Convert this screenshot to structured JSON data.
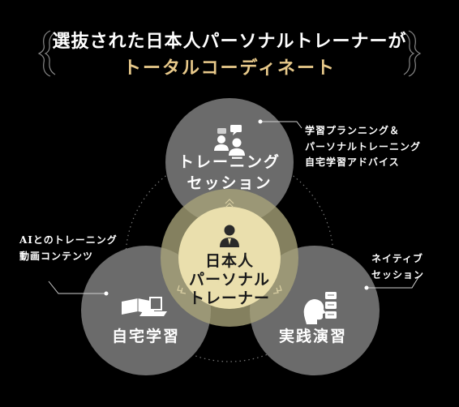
{
  "header": {
    "line1": "選抜された日本人パーソナルトレーナーが",
    "line2": "トータルコーディネート"
  },
  "circles": {
    "top": {
      "line1": "トレーニング",
      "line2": "セッション"
    },
    "left": {
      "label": "自宅学習"
    },
    "right": {
      "label": "実践演習"
    },
    "center": {
      "line1": "日本人",
      "line2": "パーソナル",
      "line3": "トレーナー"
    }
  },
  "notes": {
    "top": {
      "line1": "学習プランニング＆",
      "line2": "パーソナルトレーニング",
      "line3": "自宅学習アドバイス"
    },
    "left": {
      "line1": "AIとのトレーニング",
      "line2": "動画コンテンツ"
    },
    "right": {
      "line1": "ネイティブ",
      "line2": "セッション"
    }
  },
  "colors": {
    "background": "#000000",
    "circle_gray": "#6b6b6b",
    "center_gold": "#eadfad",
    "accent_gold": "#e8c98a"
  },
  "icons": [
    "laurel-bracket-left-icon",
    "laurel-bracket-right-icon",
    "people-chat-icon",
    "laptop-icon",
    "speaking-head-icon",
    "trainer-person-icon"
  ]
}
